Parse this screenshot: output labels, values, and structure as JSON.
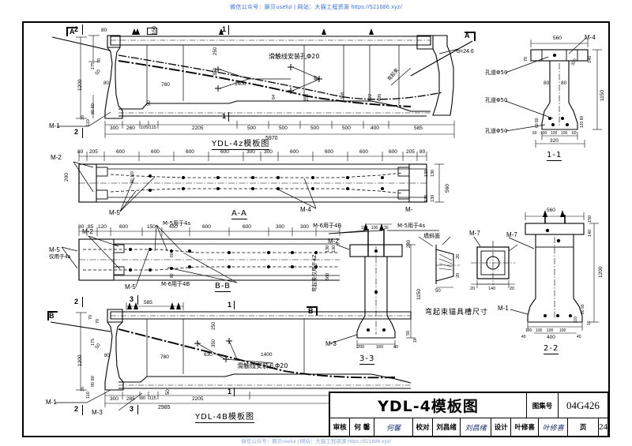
{
  "watermark": {
    "top": "微信公众号：豚贝useful  |  网站：大猫工程资源  https://521686.xyz/",
    "bottom": "微信公众号：豚贝useful  |  网站：大猫工程资源  https://521686.xyz/"
  },
  "title_block": {
    "drawing_title": "YDL-4模板图",
    "atlas_label": "图集号",
    "atlas_number": "04G426",
    "page_label": "页",
    "page_number": "24",
    "review_label": "审核",
    "review_name": "何 馨",
    "review_sign": "何馨",
    "check_label": "校对",
    "check_name": "刘昌绪",
    "check_sign": "刘昌绪",
    "design_label": "设计",
    "design_name": "叶修喜",
    "design_sign": "叶修喜"
  },
  "views": {
    "top_elevation": {
      "caption": "YDL-4z模板图",
      "section_marks": [
        "A",
        "A",
        "2",
        "2",
        "1",
        "1"
      ],
      "note_slide_hole": "滑触线安装孔Φ20",
      "angle": "α=24.6",
      "bend_note": "弯起束",
      "part_labels": [
        "M-1"
      ],
      "left_dims_vertical": [
        "1200",
        "175",
        "70",
        "50",
        "50",
        "80",
        "90",
        "80",
        "110",
        "16"
      ],
      "top_dims": [
        "80",
        "150"
      ],
      "bottom_dims": [
        "300",
        "260",
        "105",
        "115",
        "2205",
        "500",
        "500",
        "500",
        "500",
        "400",
        "585"
      ],
      "overall_dim": "5970",
      "inner_dims": [
        "780",
        "1400",
        "350",
        "250",
        "50",
        "40",
        "64",
        "235",
        "358",
        "522",
        "690"
      ]
    },
    "section_AA": {
      "caption": "A-A",
      "part_labels": [
        "M-2",
        "M-5",
        "M-4"
      ],
      "left_dims": [
        "80",
        "205"
      ],
      "spacing_dims": [
        "600",
        "600",
        "600",
        "600",
        "300",
        "300",
        "600",
        "600",
        "600",
        "600"
      ],
      "right_dims": [
        "205",
        "80"
      ],
      "height_dims": [
        "200",
        "130",
        "130",
        "130",
        "130",
        "560"
      ],
      "inner_note": "80 120"
    },
    "section_BB": {
      "caption": "B-B",
      "part_labels": [
        "M-2",
        "M-5",
        "M-5",
        "M-6用于4B",
        "M-5用于4s",
        "M-5 仅用于4B"
      ],
      "left_dims": [
        "80",
        "85",
        "120"
      ],
      "spacing_dims": [
        "600",
        "150",
        "450",
        "600",
        "600",
        "300",
        "300"
      ],
      "height_dims": [
        "130",
        "130",
        "560"
      ],
      "note_80": "80"
    },
    "bottom_elevation": {
      "caption": "YDL-4B模板图",
      "section_marks": [
        "B",
        "B",
        "2",
        "2",
        "3",
        "3",
        "1",
        "1"
      ],
      "note_slide_hole": "滑触线安装孔Φ20",
      "note_bend": "弯起束仅用于4Z",
      "part_labels": [
        "M-1",
        "M-3"
      ],
      "left_dims_vertical": [
        "1200",
        "70",
        "70",
        "175",
        "50",
        "80",
        "80",
        "90",
        "110",
        "16"
      ],
      "top_dims": [
        "585"
      ],
      "bottom_dims": [
        "300",
        "285",
        "80",
        "115",
        "50",
        "2205"
      ],
      "span_dims": [
        "2985",
        "2985"
      ],
      "inner_dims": [
        "780",
        "630",
        "1400",
        "350",
        "250"
      ]
    },
    "section_1_1": {
      "caption": "1-1",
      "part_labels": [
        "M-4"
      ],
      "hole_notes": [
        "孔道Φ50",
        "孔道Φ50",
        "孔道Φ50"
      ],
      "dims": [
        "560",
        "70",
        "140",
        "80",
        "80",
        "1150",
        "20",
        "60",
        "80",
        "60",
        "80",
        "120",
        "80",
        "60",
        "100",
        "100",
        "100",
        "60",
        "320"
      ]
    },
    "section_2_2": {
      "caption": "2-2",
      "part_labels": [
        "M-1",
        "M-7"
      ],
      "dims": [
        "560",
        "150",
        "140",
        "1200",
        "80",
        "90",
        "110",
        "16",
        "100",
        "100",
        "100",
        "100",
        "40",
        "400",
        "40",
        "20"
      ]
    },
    "section_3_3": {
      "caption": "3-3",
      "part_labels": [
        "M-2",
        "M-3",
        "M-6用于4B",
        "M-5用于4s"
      ],
      "dims": [
        "100",
        "100",
        "30",
        "280",
        "1150",
        "50",
        "16",
        "200",
        "160",
        "40"
      ]
    },
    "anchor_detail": {
      "caption": "弯起束锚具槽尺寸",
      "part_labels": [
        "M-7"
      ],
      "section_note": "墙斜面",
      "dims": [
        "50",
        "20",
        "20",
        "20",
        "140",
        "20"
      ]
    }
  }
}
